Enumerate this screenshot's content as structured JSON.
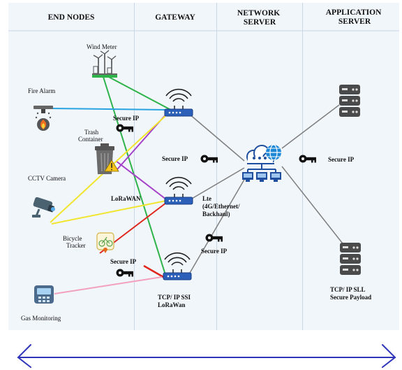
{
  "columns": {
    "end_nodes": "END NODES",
    "gateway": "GATEWAY",
    "network_server": [
      "NETWORK",
      "SERVER"
    ],
    "application_server": [
      "APPLICATION",
      "SERVER"
    ]
  },
  "devices": {
    "wind_meter": "Wind Meter",
    "fire_alarm": "Fire Alarm",
    "trash_container": [
      "Trash",
      "Container"
    ],
    "cctv_camera": "CCTV Camera",
    "bicycle_tracker": [
      "Bicycle",
      "Tracker"
    ],
    "gas_monitoring": "Gas Monitoring"
  },
  "labels": {
    "secure_ip_top": "Secure IP",
    "secure_ip_mid": "Secure IP",
    "secure_ip_bottom": "Secure IP",
    "secure_ip_lte": "Secure IP",
    "secure_ip_app": "Secure IP",
    "lorawan": "LoRaWAN",
    "lte": [
      "Lte",
      "(4G/Ethernet/",
      "Backhaul)"
    ],
    "tcp_ip_ssi": [
      "TCP/ IP SSI",
      "LoRaWan"
    ],
    "tcp_ip_sll": [
      "TCP/ IP SLL",
      "Secure Payload"
    ]
  },
  "colors": {
    "green": "#2db34a",
    "blue": "#29a3e0",
    "purple": "#a441c8",
    "yellow": "#f1e52e",
    "red": "#e0251d",
    "pink": "#f2a0bd",
    "gray": "#7f7f7f",
    "arrow": "#2f35b8"
  }
}
